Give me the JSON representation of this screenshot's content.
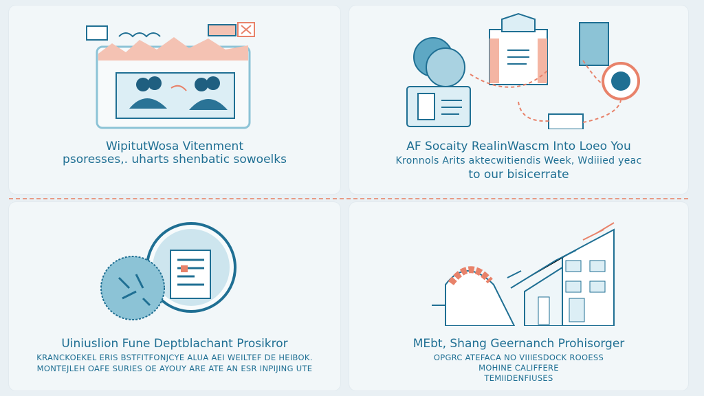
{
  "colors": {
    "accent": "#1f6f93",
    "coral": "#e8826a",
    "light_blue": "#8cc3d6",
    "background": "#e9f0f4"
  },
  "cards": [
    {
      "title": "WipitutWosa Vitenment",
      "lines": [
        "psoresses,. uharts shenbatic sowoelks"
      ],
      "icon": "meeting-illustration"
    },
    {
      "title": "AF Socaity RealinWascm Into Loeo You",
      "lines": [
        "Kronnols Arits aktecwitiendis Week, Wdiiied yeac",
        "to our bisicerrate"
      ],
      "icon": "workflow-illustration"
    },
    {
      "title": "Uiniuslion Fune Deptblachant Prosikror",
      "lines": [
        "KRANCKOEKEL ERIS BSTFITFONJCYE ALUA AEI WEILTEF DE HEIBOK.",
        "MONTEJLEH OAFE SURIES OE AYOUY ARE ATE AN ESR INPIJING UTE"
      ],
      "icon": "document-badge-illustration"
    },
    {
      "title": "MEbt, Shang Geernanch Prohisorger",
      "lines": [
        "OPGRC ATEFACA NO VIIIESDOCK ROOESS",
        "MOHINE CALIFFERE",
        "TEMIIDENFIUSES"
      ],
      "icon": "building-growth-illustration"
    }
  ]
}
